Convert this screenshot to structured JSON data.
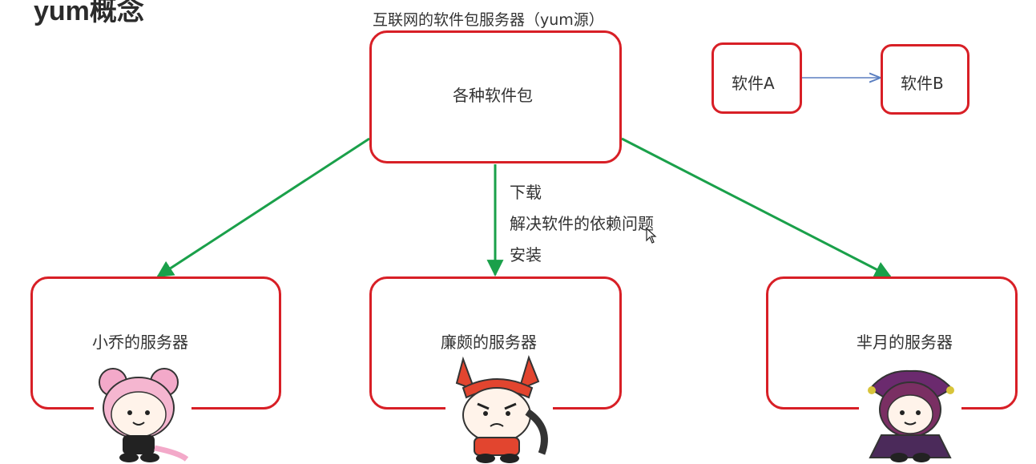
{
  "page_title": "yum概念",
  "repo_caption": "互联网的软件包服务器（yum源）",
  "repo_box_label": "各种软件包",
  "steps": [
    "下载",
    "解决软件的依赖问题",
    "安装"
  ],
  "servers": [
    {
      "label": "小乔的服务器",
      "mascot": "pink-hair-girl-icon"
    },
    {
      "label": "廉颇的服务器",
      "mascot": "horned-warrior-icon"
    },
    {
      "label": "芈月的服务器",
      "mascot": "purple-jester-icon"
    }
  ],
  "dependency_example": {
    "from": "软件A",
    "to": "软件B"
  },
  "colors": {
    "box_border": "#d81f26",
    "download_arrow": "#1aa04a",
    "dependency_arrow": "#5b7fc1"
  }
}
